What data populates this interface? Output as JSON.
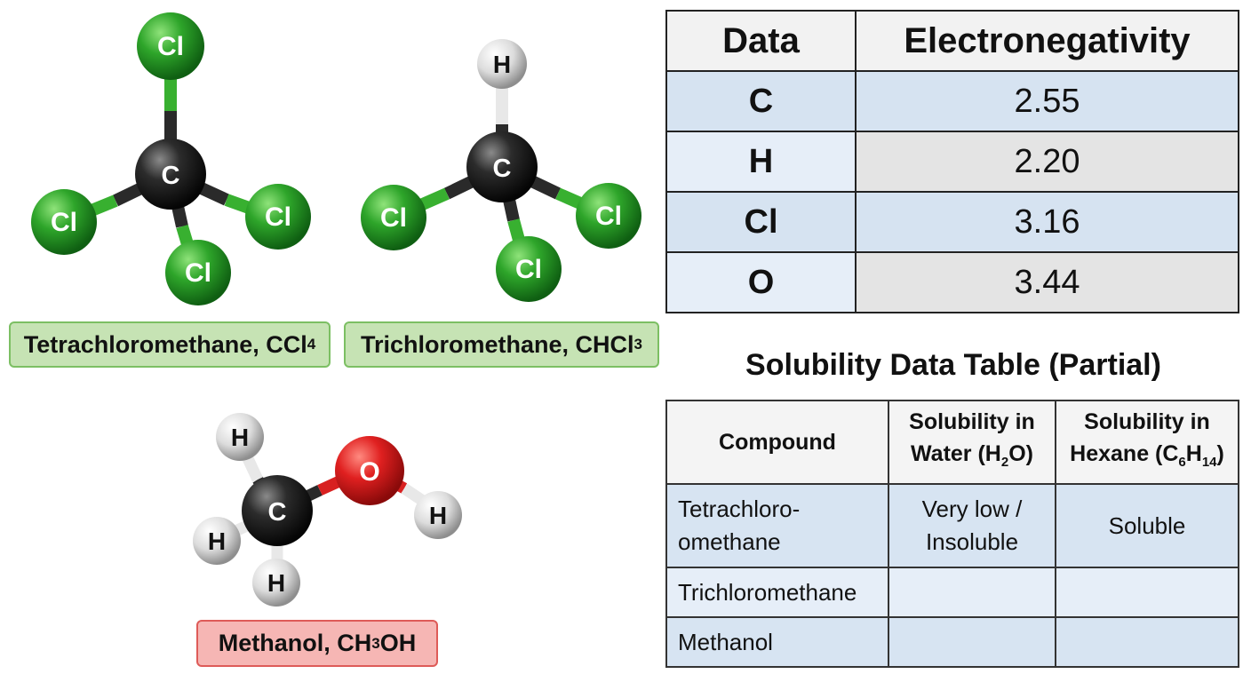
{
  "molecules": {
    "ccl4": {
      "label": "Tetrachloromethane, CCl",
      "label_sub": "4",
      "atoms": {
        "c": "C",
        "top": "Cl",
        "left": "Cl",
        "right": "Cl",
        "bottom": "Cl"
      }
    },
    "chcl3": {
      "label": "Trichloromethane, CHCl",
      "label_sub": "3",
      "atoms": {
        "c": "C",
        "top": "H",
        "left": "Cl",
        "right": "Cl",
        "bottom": "Cl"
      }
    },
    "methanol": {
      "label_part1": "Methanol, CH",
      "label_sub": "3",
      "label_part2": "OH",
      "atoms": {
        "c": "C",
        "o": "O",
        "h1": "H",
        "h2": "H",
        "h3": "H",
        "h4": "H"
      }
    }
  },
  "colors": {
    "chlorine": "#1f9a23",
    "carbon": "#222222",
    "hydrogen": "#d9d9d9",
    "oxygen": "#d81f1f",
    "label_green_bg": "#c6e3b4",
    "label_red_bg": "#f6b6b4",
    "table_blue": "#d6e3f1"
  },
  "electronegativity_table": {
    "headers": [
      "Data",
      "Electronegativity"
    ],
    "rows": [
      {
        "element": "C",
        "value": "2.55"
      },
      {
        "element": "H",
        "value": "2.20"
      },
      {
        "element": "Cl",
        "value": "3.16"
      },
      {
        "element": "O",
        "value": "3.44"
      }
    ]
  },
  "solubility": {
    "title": "Solubility Data Table (Partial)",
    "header_compound": "Compound",
    "header_water_line1": "Solubility in",
    "header_water_line2_pre": "Water (H",
    "header_water_sub": "2",
    "header_water_line2_post": "O)",
    "header_hexane_line1": "Solubility in",
    "header_hexane_line2_pre": "Hexane (C",
    "header_hexane_sub1": "6",
    "header_hexane_mid": "H",
    "header_hexane_sub2": "14",
    "header_hexane_post": ")",
    "rows": [
      {
        "compound_line1": "Tetrachloro-",
        "compound_line2": "omethane",
        "water_line1": "Very low /",
        "water_line2": "Insoluble",
        "hexane": "Soluble"
      },
      {
        "compound": "Trichloromethane",
        "water": "",
        "hexane": ""
      },
      {
        "compound": "Methanol",
        "water": "",
        "hexane": ""
      }
    ]
  }
}
